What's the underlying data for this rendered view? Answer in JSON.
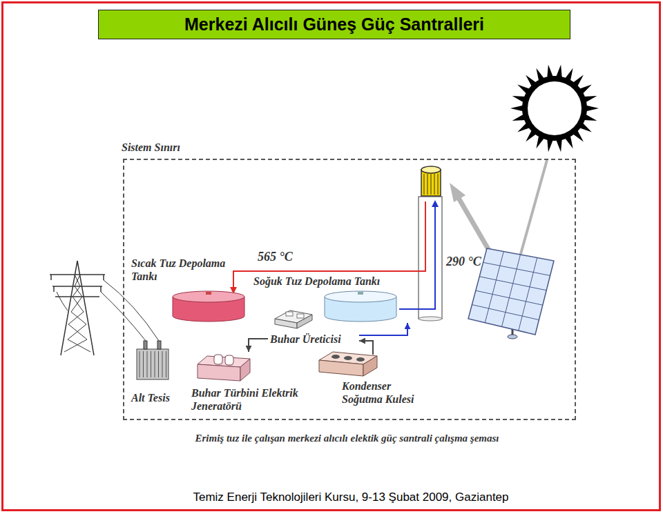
{
  "diagram": {
    "title": "Merkezi Alıcılı Güneş Güç Santralleri",
    "caption": "Erimiş tuz ile çalışan merkezi alıcılı elektik güç santrali çalışma şeması",
    "nodes": [
      {
        "text": [
          "Sistem Sınırı"
        ]
      },
      {
        "text": [
          "Sıcak Tuz Depolama Tankı"
        ],
        "in": 0
      },
      {
        "text": [
          "Soğuk Tuz Depolama Tankı"
        ],
        "in": 0
      },
      {
        "text": [
          "Buhar Üreticisi"
        ],
        "in": 0
      },
      {
        "text": [
          "Buhar Türbini Elektrik Jeneratörü"
        ],
        "in": 0
      },
      {
        "text": [
          "Kondenser Soğutma Kulesi"
        ],
        "in": 0
      },
      {
        "text": [
          "Alt Tesis"
        ],
        "in": 0
      }
    ],
    "edges": [
      {
        "from": 3,
        "to": 2,
        "arrow": "to"
      },
      {
        "from": 3,
        "to": 4,
        "arrow": "to"
      },
      {
        "from": 5,
        "to": 3,
        "arrow": "to"
      }
    ],
    "labels": [
      "565 °C",
      "290 °C",
      "Temiz Enerji Teknolojileri Kursu, 9-13 Şubat 2009, Gaziantep"
    ]
  }
}
